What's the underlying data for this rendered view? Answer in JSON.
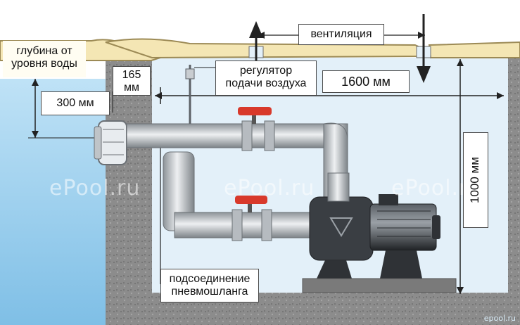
{
  "labels": {
    "depth": [
      "глубина от",
      "уровня воды"
    ],
    "depth_value": "300 мм",
    "wall": [
      "165",
      "мм"
    ],
    "air_regulator": [
      "регулятор",
      "подачи воздуха"
    ],
    "ventilation": "вентиляция",
    "room_width": "1600 мм",
    "room_height": "1000 мм",
    "hose": [
      "подсоединение",
      "пневмошланга"
    ]
  },
  "watermarks": [
    "ePool.ru",
    "ePool.ru",
    "ePool.ru"
  ],
  "corner_mark": "epool.ru",
  "colors": {
    "pool_water": "#9fd0ee",
    "pump_room": "#e3f0f9",
    "wall": "#8c8c8c",
    "deck": "#f4e6b4",
    "pipe": "#c9cdd1",
    "pump_motor": "#2f3236",
    "valve_handle": "#d8392b"
  }
}
